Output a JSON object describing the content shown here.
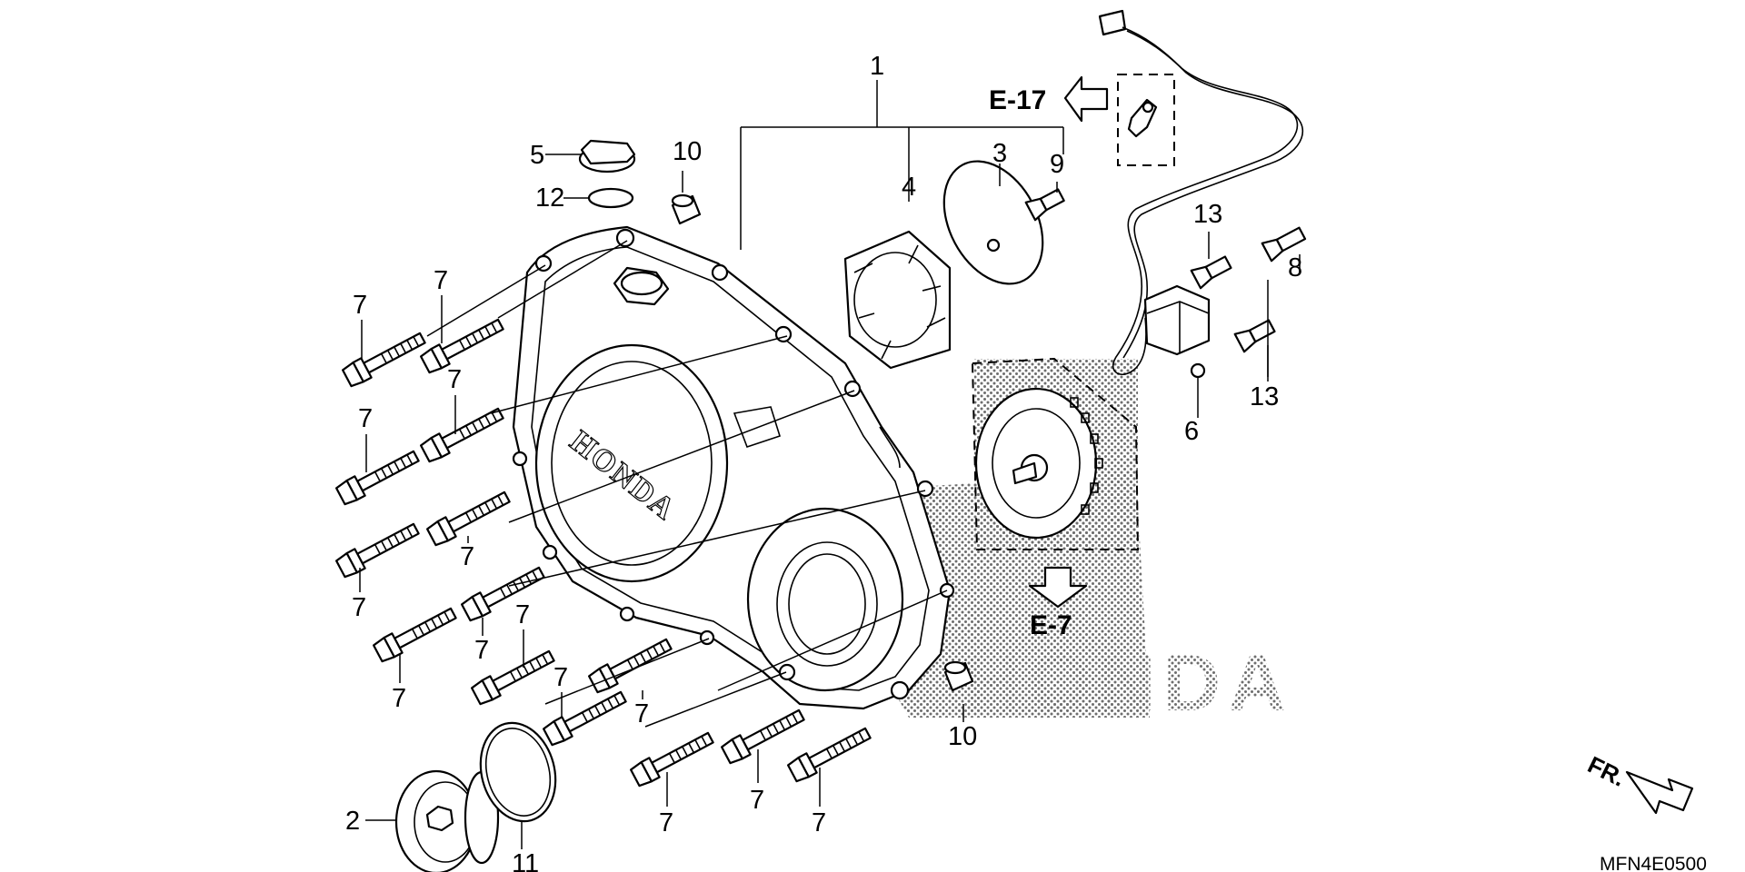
{
  "diagram": {
    "drawing_code": "MFN4E0500",
    "watermark_text": "HONDA",
    "cover_emblem_text": "HONDA",
    "front_marker": "FR.",
    "references": [
      {
        "id": "E-17"
      },
      {
        "id": "E-7"
      }
    ],
    "callouts": [
      {
        "num": "1"
      },
      {
        "num": "2"
      },
      {
        "num": "3"
      },
      {
        "num": "4"
      },
      {
        "num": "5"
      },
      {
        "num": "6"
      },
      {
        "num": "7"
      },
      {
        "num": "8"
      },
      {
        "num": "9"
      },
      {
        "num": "10"
      },
      {
        "num": "11"
      },
      {
        "num": "12"
      },
      {
        "num": "13"
      }
    ],
    "colors": {
      "line": "#000000",
      "background": "#ffffff",
      "halftone": "#6e6e6e"
    }
  }
}
